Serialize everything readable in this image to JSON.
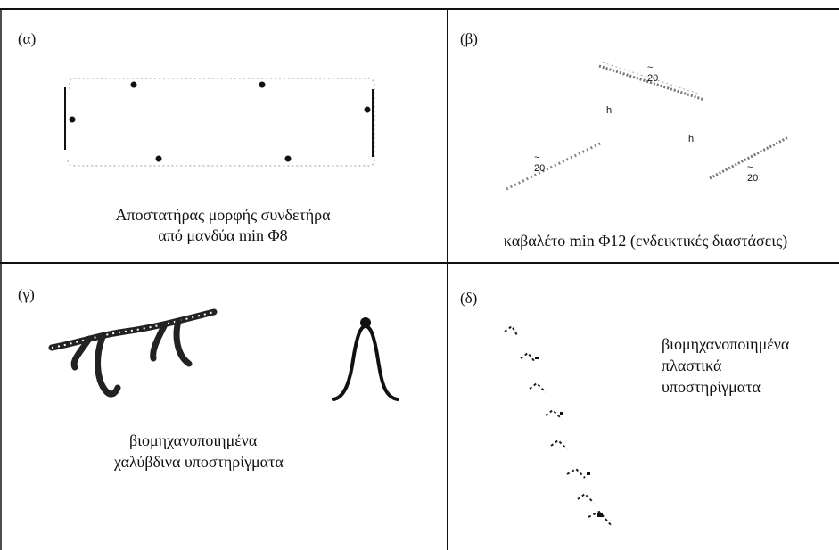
{
  "panels": {
    "a": {
      "tag": "(α)",
      "caption_line1": "Αποστατήρας μορφής συνδετήρα",
      "caption_line2": "από μανδύα min Φ8"
    },
    "b": {
      "tag": "(β)",
      "caption": "καβαλέτο min Φ12 (ενδεικτικές διαστάσεις)",
      "dim_top": "~ 20",
      "dim_left": "~ 20",
      "dim_right": "~ 20",
      "height_label_1": "h",
      "height_label_2": "h"
    },
    "c": {
      "tag": "(γ)",
      "caption_line1": "βιομηχανοποιημένα",
      "caption_line2": "χαλύβδινα υποστηρίγματα"
    },
    "d": {
      "tag": "(δ)",
      "caption_line1": "βιομηχανοποιημένα",
      "caption_line2": "πλαστικά",
      "caption_line3": "υποστηρίγματα"
    }
  },
  "colors": {
    "ink": "#111111",
    "faint": "#9a9a9a",
    "background": "#ffffff"
  }
}
